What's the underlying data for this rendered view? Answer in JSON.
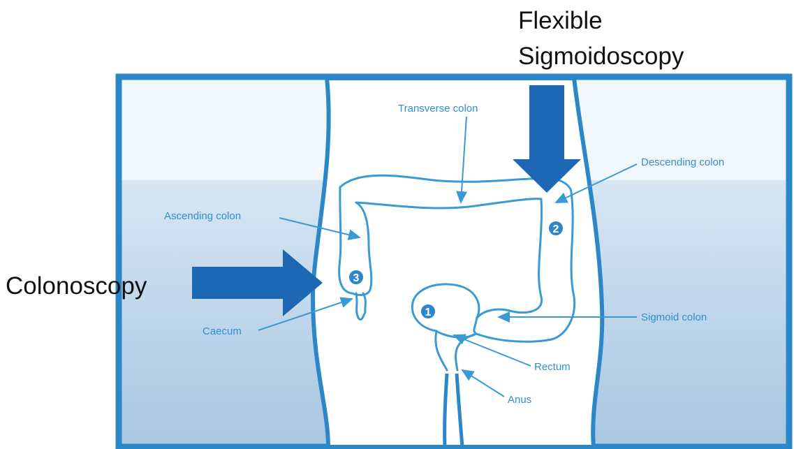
{
  "procedures": {
    "flexible_sigmoidoscopy": [
      "Flexible",
      "Sigmoidoscopy"
    ],
    "colonoscopy": "Colonoscopy"
  },
  "anatomy_labels": {
    "transverse_colon": "Transverse colon",
    "descending_colon": "Descending colon",
    "ascending_colon": "Ascending colon",
    "sigmoid_colon": "Sigmoid colon",
    "caecum": "Caecum",
    "rectum": "Rectum",
    "anus": "Anus"
  },
  "markers": [
    "1",
    "2",
    "3"
  ],
  "colors": {
    "frame": "#2b87c8",
    "line": "#3a9ad6",
    "label": "#2f8fd0",
    "arrow": "#1d67b5",
    "background_band": "#b9d3e9"
  }
}
